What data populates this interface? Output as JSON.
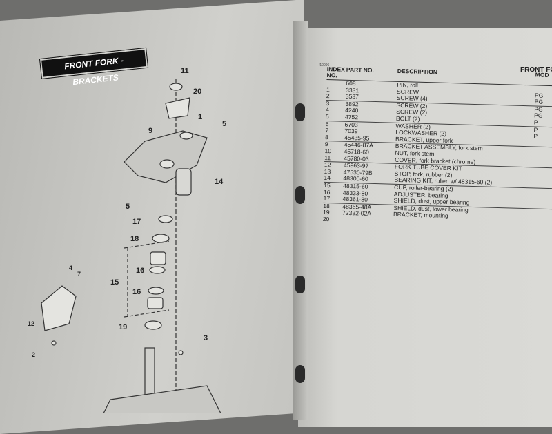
{
  "left_page": {
    "banner_title": "FRONT FORK - BRACKETS",
    "callouts": [
      "11",
      "20",
      "1",
      "5",
      "9",
      "14",
      "5",
      "17",
      "18",
      "16",
      "15",
      "16",
      "4",
      "7",
      "12",
      "2",
      "19",
      "3"
    ]
  },
  "right_page": {
    "ref_code": "f10096",
    "title": "FRONT FOR",
    "headers": {
      "index": "INDEX NO.",
      "part": "PART NO.",
      "description": "DESCRIPTION",
      "model": "MOD"
    },
    "rows": [
      {
        "index": "",
        "part": "608",
        "description": "PIN, roll",
        "model": ""
      },
      {
        "index": "1",
        "part": "3331",
        "description": "SCREW",
        "model": "PG"
      },
      {
        "index": "2",
        "part": "3537",
        "description": "SCREW (4)",
        "model": "PG"
      },
      {
        "index": "3",
        "part": "3892",
        "description": "SCREW (2)",
        "model": "PG"
      },
      {
        "index": "4",
        "part": "4240",
        "description": "SCREW (2)",
        "model": "PG"
      },
      {
        "index": "5",
        "part": "4752",
        "description": "BOLT (2)",
        "model": "P"
      },
      {
        "index": "6",
        "part": "6703",
        "description": "WASHER (2)",
        "model": "P"
      },
      {
        "index": "7",
        "part": "7039",
        "description": "LOCKWASHER (2)",
        "model": "P"
      },
      {
        "index": "8",
        "part": "45435-95",
        "description": "BRACKET, upper fork",
        "model": ""
      },
      {
        "index": "9",
        "part": "45446-87A",
        "description": "BRACKET ASSEMBLY, fork stem",
        "model": ""
      },
      {
        "index": "10",
        "part": "45718-60",
        "description": "NUT, fork stem",
        "model": ""
      },
      {
        "index": "11",
        "part": "45780-03",
        "description": "COVER, fork bracket (chrome)",
        "model": ""
      },
      {
        "index": "12",
        "part": "45963-97",
        "description": "FORK TUBE COVER KIT",
        "model": ""
      },
      {
        "index": "13",
        "part": "47530-79B",
        "description": "STOP, fork, rubber (2)",
        "model": ""
      },
      {
        "index": "14",
        "part": "48300-60",
        "description": "BEARING KIT, roller, w/ 48315-60 (2)",
        "model": ""
      },
      {
        "index": "15",
        "part": "48315-60",
        "description": "CUP, roller-bearing (2)",
        "model": ""
      },
      {
        "index": "16",
        "part": "48333-80",
        "description": "ADJUSTER, bearing",
        "model": ""
      },
      {
        "index": "17",
        "part": "48361-80",
        "description": "SHIELD, dust, upper bearing",
        "model": ""
      },
      {
        "index": "18",
        "part": "48365-48A",
        "description": "SHIELD, dust, lower bearing",
        "model": ""
      },
      {
        "index": "19",
        "part": "72332-02A",
        "description": "BRACKET, mounting",
        "model": ""
      }
    ],
    "last_index": "20"
  }
}
